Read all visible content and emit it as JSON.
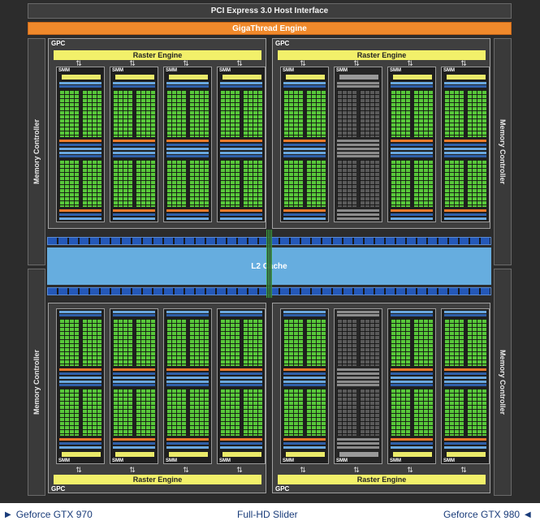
{
  "header": {
    "pci_label": "PCI Express 3.0 Host Interface",
    "gigathread_label": "GigaThread Engine"
  },
  "memory_controller_label": "Memory Controller",
  "l2_label": "L2 Cache",
  "gpc": {
    "label": "GPC",
    "raster_label": "Raster Engine",
    "smm_label": "SMM"
  },
  "colors": {
    "cuda_core": "#58c83a",
    "disabled_core": "#5a5a5a",
    "raster": "#f2f06a",
    "gigathread": "#f0892b",
    "l2": "#66addf"
  },
  "disabled_smm": [
    {
      "gpc": 1,
      "smm": 1
    },
    {
      "gpc": 3,
      "smm": 1
    }
  ],
  "footer": {
    "left": "Geforce GTX 970",
    "center": "Full-HD Slider",
    "right": "Geforce GTX 980"
  },
  "icons": {
    "left_marker": "triangle-right-icon",
    "right_marker": "triangle-left-icon"
  }
}
